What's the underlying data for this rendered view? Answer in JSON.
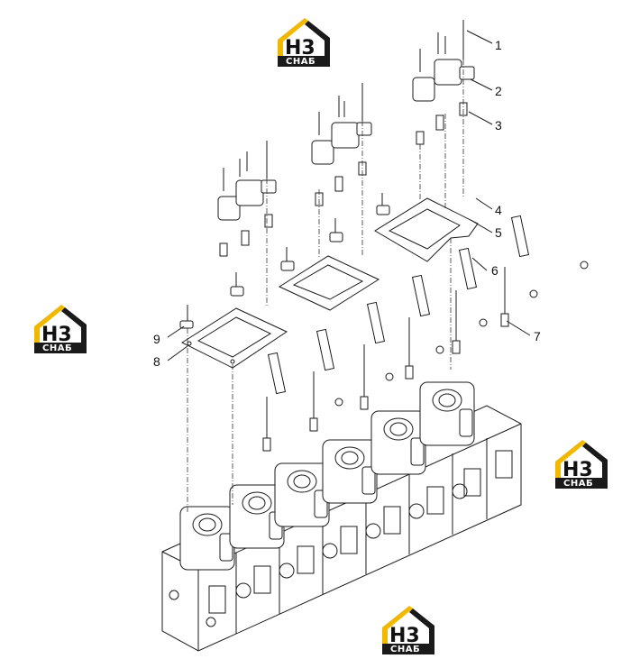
{
  "watermark": {
    "main": "H3",
    "sub": "СНАБ",
    "colors": {
      "roof": "#f2b800",
      "dark": "#1a1a1a",
      "letters": "#111111",
      "band": "#1a1a1a"
    }
  },
  "callouts": [
    {
      "number": "1"
    },
    {
      "number": "2"
    },
    {
      "number": "3"
    },
    {
      "number": "4"
    },
    {
      "number": "5"
    },
    {
      "number": "6"
    },
    {
      "number": "7"
    },
    {
      "number": "8"
    },
    {
      "number": "9"
    }
  ]
}
